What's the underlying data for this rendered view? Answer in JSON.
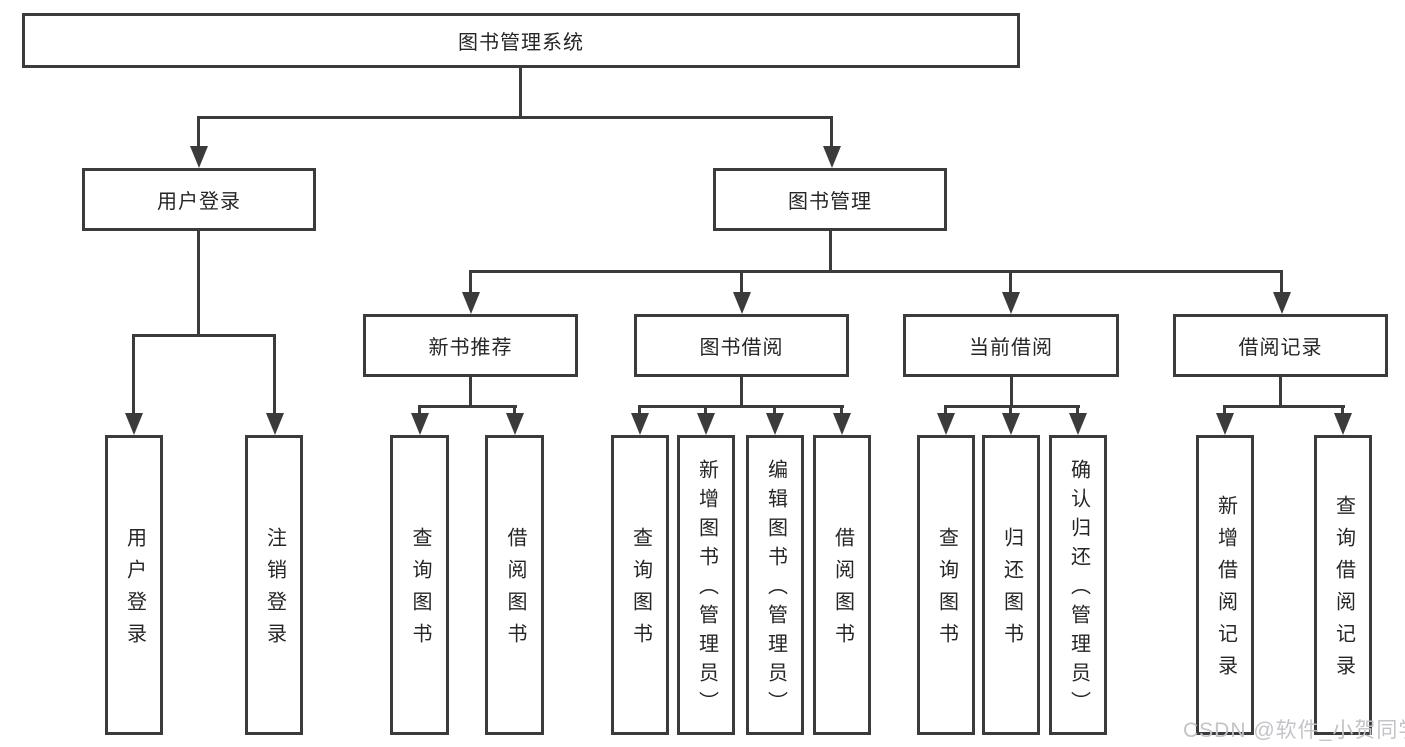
{
  "colors": {
    "line": "#3b3b3b",
    "text": "#262626",
    "background": "#ffffff",
    "watermark": "#c3c3c8"
  },
  "diagram": {
    "root": {
      "label": "图书管理系统"
    },
    "level2": [
      {
        "label": "用户登录"
      },
      {
        "label": "图书管理"
      }
    ],
    "level3": [
      {
        "label": "新书推荐"
      },
      {
        "label": "图书借阅"
      },
      {
        "label": "当前借阅"
      },
      {
        "label": "借阅记录"
      }
    ],
    "leaves": {
      "user_login": [
        {
          "label": "用户登录"
        },
        {
          "label": "注销登录"
        }
      ],
      "new_book": [
        {
          "label": "查询图书"
        },
        {
          "label": "借阅图书"
        }
      ],
      "book_borrow": [
        {
          "label": "查询图书"
        },
        {
          "label": "新增图书（管理员）"
        },
        {
          "label": "编辑图书（管理员）"
        },
        {
          "label": "借阅图书"
        }
      ],
      "current_borrow": [
        {
          "label": "查询图书"
        },
        {
          "label": "归还图书"
        },
        {
          "label": "确认归还（管理员）"
        }
      ],
      "borrow_record": [
        {
          "label": "新增借阅记录"
        },
        {
          "label": "查询借阅记录"
        }
      ]
    }
  },
  "watermark": {
    "text": "CSDN @软件_小贺同学"
  }
}
